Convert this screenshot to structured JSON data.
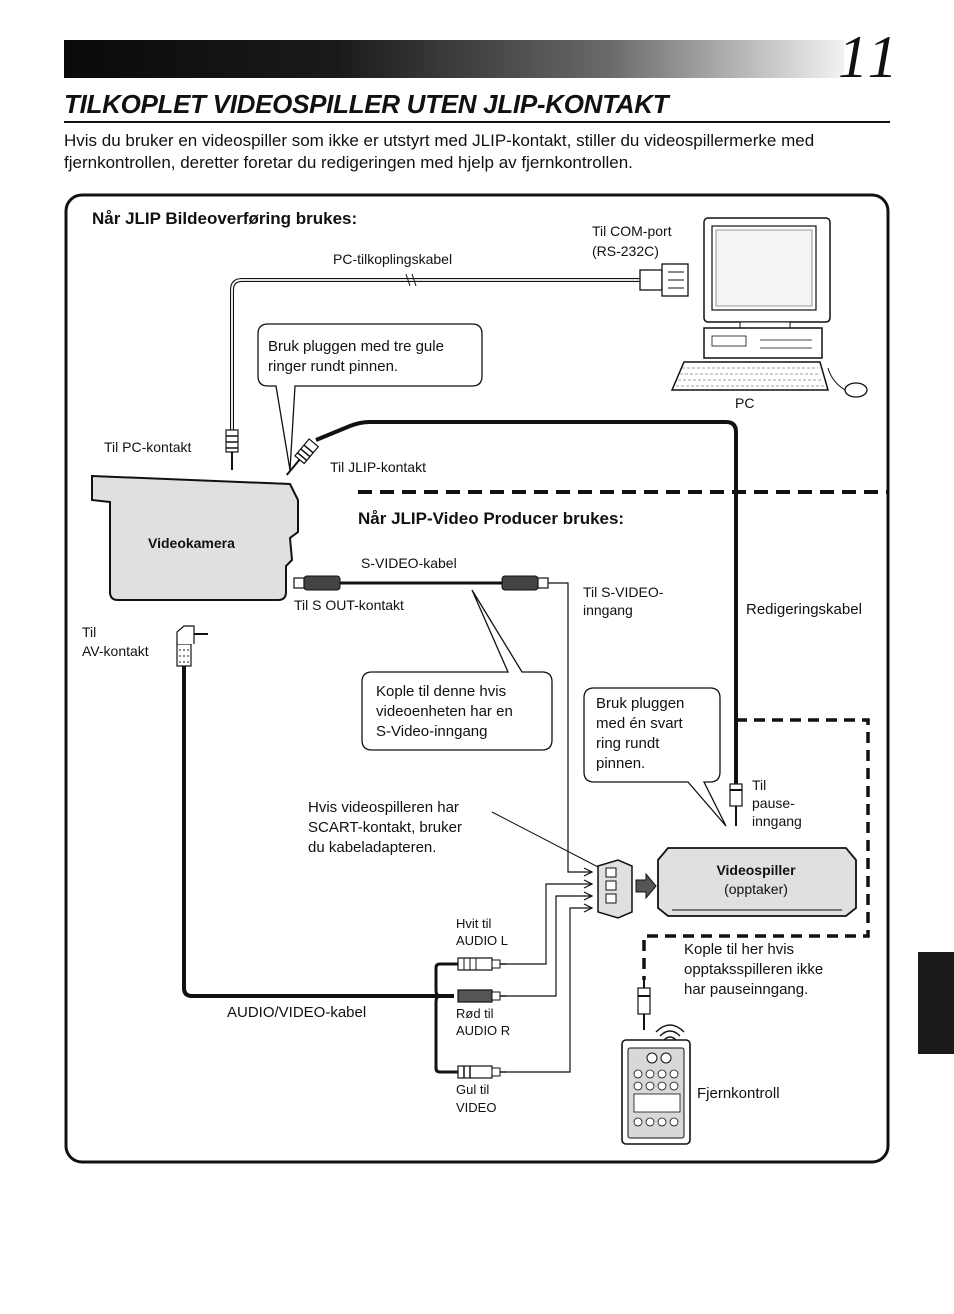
{
  "header": {
    "page_number": "11"
  },
  "title": "TILKOPLET VIDEOSPILLER UTEN JLIP-KONTAKT",
  "intro": "Hvis du bruker en videospiller som ikke er utstyrt med JLIP-kontakt, stiller du videospillermerke med fjernkontrollen, deretter foretar du redigeringen med hjelp av fjernkontrollen.",
  "diagram": {
    "section1_heading": "Når JLIP Bildeoverføring brukes:",
    "section2_heading": "Når JLIP-Video Producer brukes:",
    "com_port_line1": "Til COM-port",
    "com_port_line2": "(RS-232C)",
    "pc_cable": "PC-tilkoplingskabel",
    "pc_label": "PC",
    "callout_yellow_rings": [
      "Bruk pluggen med tre gule",
      "ringer rundt pinnen."
    ],
    "to_pc_jack": "Til PC-kontakt",
    "to_jlip_jack": "Til JLIP-kontakt",
    "camera_label": "Videokamera",
    "svideo_cable": "S-VIDEO-kabel",
    "to_s_out": "Til S OUT-kontakt",
    "to_svideo_input": [
      "Til S-VIDEO-",
      "inngang"
    ],
    "editing_cable": "Redigeringskabel",
    "to_av_jack": [
      "Til",
      "AV-kontakt"
    ],
    "callout_svideo": [
      "Kople til denne hvis",
      "videoenheten har en",
      "S-Video-inngang"
    ],
    "callout_black_ring": [
      "Bruk pluggen",
      "med én svart",
      "ring rundt",
      "pinnen."
    ],
    "to_pause_input": [
      "Til",
      "pause-",
      "inngang"
    ],
    "scart_note": [
      "Hvis videospilleren har",
      "SCART-kontakt, bruker",
      "du kabeladapteren."
    ],
    "vcr_label": "Videospiller",
    "vcr_sub": "(opptaker)",
    "white_audio": [
      "Hvit til",
      "AUDIO L"
    ],
    "red_audio": [
      "Rød til",
      "AUDIO R"
    ],
    "yellow_video": [
      "Gul til",
      "VIDEO"
    ],
    "av_cable": "AUDIO/VIDEO-kabel",
    "no_pause_note": [
      "Kople til her hvis",
      "opptaksspilleren ikke",
      "har pauseinngang."
    ],
    "remote_label": "Fjernkontroll"
  }
}
